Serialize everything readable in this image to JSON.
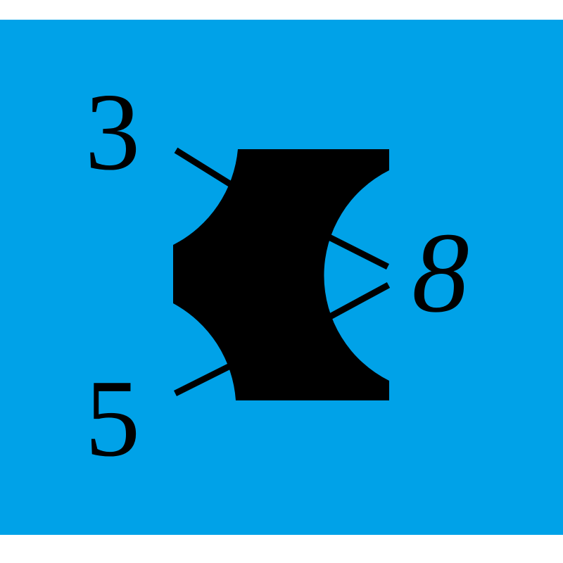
{
  "colors": {
    "page_background": "#FFFFFF",
    "field_background": "#00A2E8",
    "ink": "#000000"
  },
  "diagram": {
    "nodes": [
      {
        "label": "3"
      },
      {
        "label": "5"
      },
      {
        "label": "8"
      }
    ]
  }
}
